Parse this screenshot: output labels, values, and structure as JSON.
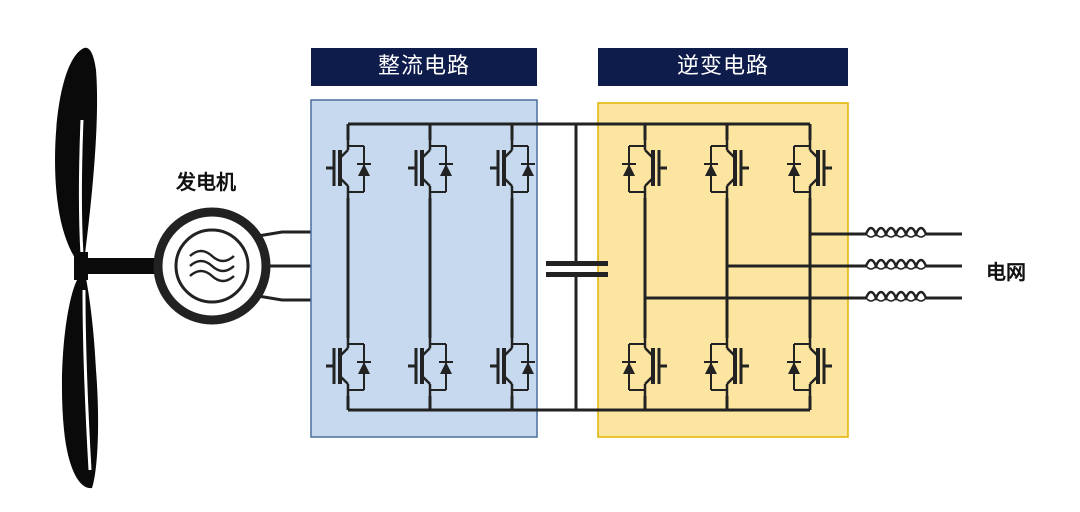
{
  "labels": {
    "rectifier": "整流电路",
    "inverter": "逆变电路",
    "generator": "发电机",
    "grid": "电网"
  },
  "colors": {
    "banner_bg": "#0e1c4c",
    "rectifier_fill": "#c6d9ee",
    "rectifier_border": "#4a6f9c",
    "inverter_fill": "#fbe5a0",
    "inverter_border": "#e0b300",
    "wire": "#222222"
  }
}
